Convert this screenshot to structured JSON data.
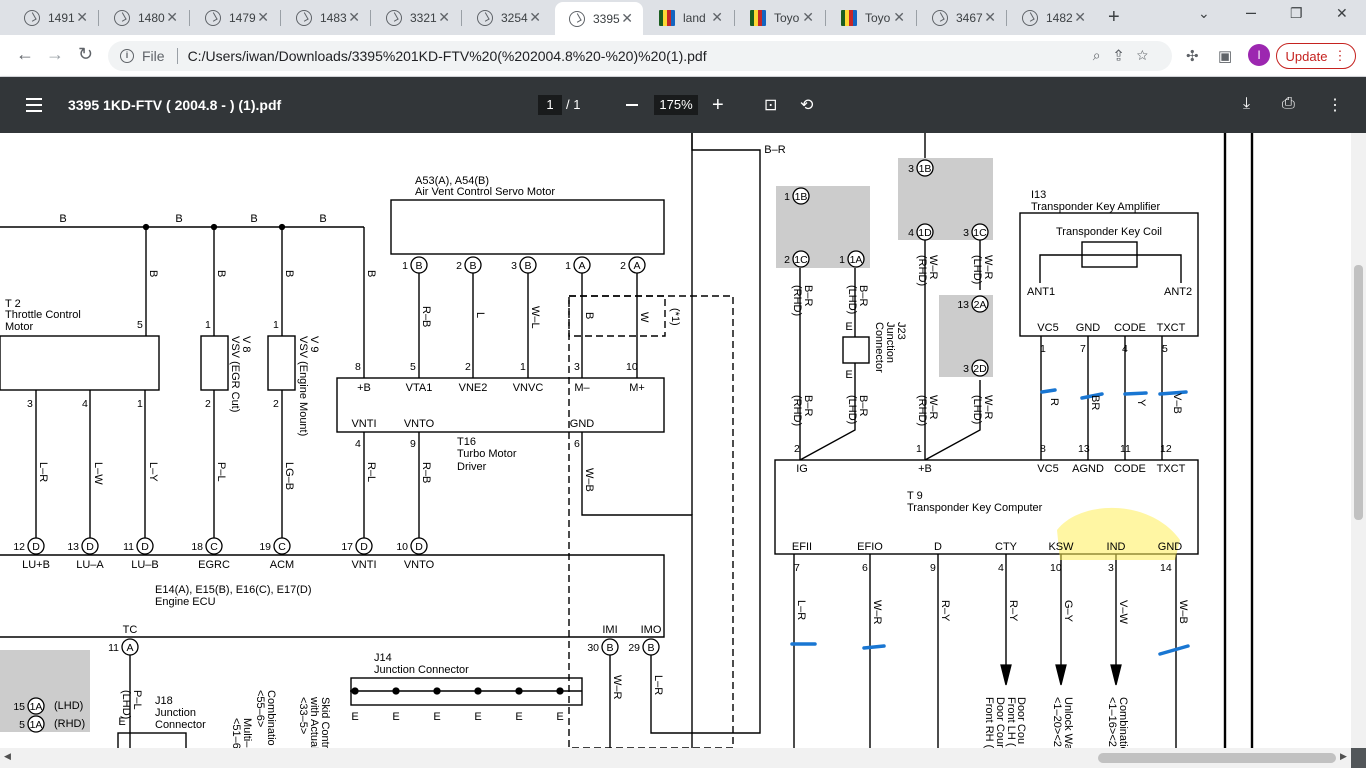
{
  "tabs": [
    {
      "label": "1491",
      "icon": "globe-icon"
    },
    {
      "label": "1480",
      "icon": "globe-icon"
    },
    {
      "label": "1479",
      "icon": "globe-icon"
    },
    {
      "label": "1483",
      "icon": "globe-icon"
    },
    {
      "label": "3321",
      "icon": "globe-icon"
    },
    {
      "label": "3254",
      "icon": "globe-icon"
    },
    {
      "label": "3395",
      "icon": "globe-icon"
    },
    {
      "label": "land",
      "icon": "flag-icon"
    },
    {
      "label": "Toyo",
      "icon": "flag-icon"
    },
    {
      "label": "Toyo",
      "icon": "flag-icon"
    },
    {
      "label": "3467",
      "icon": "globe-icon"
    },
    {
      "label": "1482",
      "icon": "globe-icon"
    }
  ],
  "active_tab": 6,
  "address": {
    "scheme": "File",
    "url": "C:/Users/iwan/Downloads/3395%201KD-FTV%20(%202004.8%20-%20)%20(1).pdf"
  },
  "profile_initial": "I",
  "update_label": "Update",
  "pdf": {
    "title": "3395 1KD-FTV ( 2004.8 - ) (1).pdf",
    "page_current": "1",
    "page_total": "/ 1",
    "zoom": "175%"
  },
  "diagram": {
    "labels": {
      "a53": "A53(A), A54(B)",
      "a53_desc": "Air Vent Control Servo Motor",
      "t2": "T 2",
      "t2_desc1": "Throttle Control",
      "t2_desc2": "Motor",
      "v8": "V 8",
      "v8_desc": "VSV (EGR Cut)",
      "v9": "V 9",
      "v9_desc": "VSV (Engine Mount)",
      "t16": "T16",
      "t16_desc1": "Turbo Motor",
      "t16_desc2": "Driver",
      "ecu1": "E14(A), E15(B), E16(C), E17(D)",
      "ecu2": "Engine ECU",
      "j14": "J14",
      "j14_desc": "Junction Connector",
      "j18": "J18",
      "j18_desc1": "Junction",
      "j18_desc2": "Connector",
      "j23": "J23",
      "j23_desc1": "Junction",
      "j23_desc2": "Connector",
      "i13": "I13",
      "i13_desc": "Transponder Key Amplifier",
      "coil": "Transponder Key Coil",
      "t9": "T 9",
      "t9_desc": "Transponder Key Computer",
      "ant1": "ANT1",
      "ant2": "ANT2",
      "vc5": "VC5",
      "gnd": "GND",
      "code": "CODE",
      "txct": "TXCT",
      "agnd": "AGND",
      "ig": "IG",
      "plusb": "+B",
      "efii": "EFII",
      "efio": "EFIO",
      "d": "D",
      "cty": "CTY",
      "ksw": "KSW",
      "ind": "IND",
      "vta1": "VTA1",
      "vne2": "VNE2",
      "vnvc": "VNVC",
      "mminus": "M–",
      "mplus": "M+",
      "vnti": "VNTI",
      "vnto": "VNTO",
      "lub": "LU+B",
      "lua": "LU–A",
      "lubm": "LU–B",
      "egrc": "EGRC",
      "acm": "ACM",
      "tc": "TC",
      "imi": "IMI",
      "imo": "IMO",
      "br_top": "B–R",
      "b": "B",
      "lhd": "(LHD)",
      "rhd": "(RHD)",
      "star1": "(*1)",
      "door1": "Door Cou",
      "door2": "Front LH (",
      "door3": "Door Cour",
      "door4": "Front RH (",
      "unlock1": "Unlock Wa",
      "unlock2": "<1–20><2",
      "comb1": "Combinatio",
      "comb2": "<1–16><2",
      "comb_l1": "Combinatio",
      "comb_l2": "<55–6>",
      "multi1": "Multi–",
      "multi2": "<51–6",
      "skid1": "Skid Contr",
      "skid2": "with Actual",
      "skid3": "<33–5>"
    },
    "wires": {
      "lr": "L–R",
      "lw": "L–W",
      "ly": "L–Y",
      "pl": "P–L",
      "lgb": "LG–B",
      "rl": "R–L",
      "rb": "R–B",
      "l": "L",
      "wl": "W–L",
      "w": "W",
      "wb": "W–B",
      "br": "B–R",
      "wr": "W–R",
      "r": "R",
      "brw": "BR",
      "y": "Y",
      "vb": "V–B",
      "ry": "R–Y",
      "gy": "G–Y",
      "vw": "V–W",
      "b": "B",
      "e": "E"
    }
  }
}
